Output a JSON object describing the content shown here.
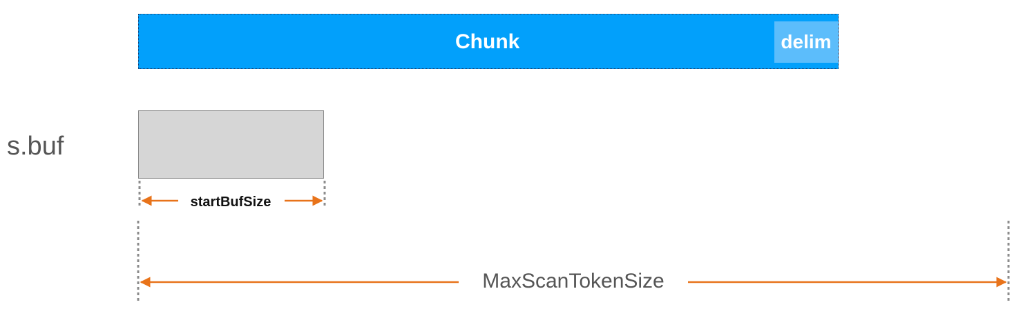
{
  "diagram": {
    "chunk": {
      "label": "Chunk",
      "delim_label": "delim",
      "fill_color": "#02a0fb",
      "delim_color": "#5cbdfb"
    },
    "buffer": {
      "label": "s.buf",
      "fill_color": "#d6d6d6"
    },
    "start_size": {
      "label": "startBufSize"
    },
    "max_size": {
      "label": "MaxScanTokenSize"
    },
    "arrow_color": "#e8731a",
    "guide_color": "#8c8c8c"
  }
}
